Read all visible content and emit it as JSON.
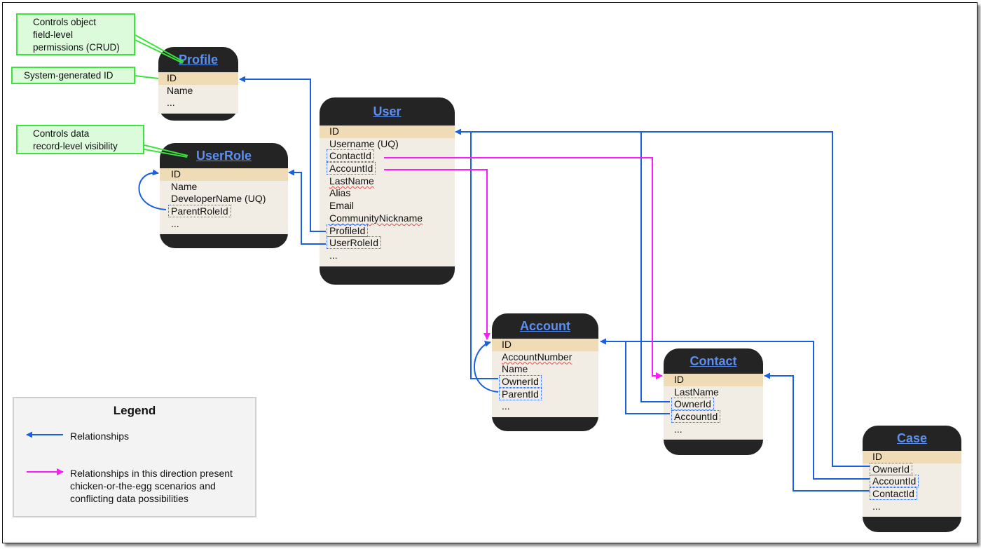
{
  "notes": {
    "crud": [
      "Controls object",
      "field-level",
      "permissions (CRUD)"
    ],
    "sysid": [
      "System-generated ID"
    ],
    "visibility": [
      "Controls data",
      "record-level visibility"
    ]
  },
  "entities": {
    "profile": {
      "title": "Profile",
      "rows": [
        "ID",
        "Name",
        "..."
      ]
    },
    "userrole": {
      "title": "UserRole",
      "rows": [
        "ID",
        "Name",
        "DeveloperName (UQ)",
        "ParentRoleId",
        "..."
      ]
    },
    "user": {
      "title": "User",
      "rows": [
        "ID",
        "Username (UQ)",
        "ContactId",
        "AccountId",
        "LastName",
        "Alias",
        "Email",
        "CommunityNickname",
        "ProfileId",
        "UserRoleId",
        "..."
      ]
    },
    "account": {
      "title": "Account",
      "rows": [
        "ID",
        "AccountNumber",
        "Name",
        "OwnerId",
        "ParentId",
        "..."
      ]
    },
    "contact": {
      "title": "Contact",
      "rows": [
        "ID",
        "LastName",
        "OwnerId",
        "AccountId",
        "..."
      ]
    },
    "case": {
      "title": "Case",
      "rows": [
        "ID",
        "OwnerId",
        "AccountId",
        "ContactId",
        "..."
      ]
    }
  },
  "legend": {
    "title": "Legend",
    "relationships": "Relationships",
    "chicken_egg": [
      "Relationships in this direction present",
      "chicken-or-the-egg scenarios and",
      "conflicting data possibilities"
    ]
  },
  "colors": {
    "relationship": "#1a5fe0",
    "chicken_egg": "#ff19ff",
    "note_border": "#39e539",
    "note_fill": "#dbfbdb",
    "entity_header": "#242424",
    "entity_title": "#5b8ff2",
    "pk_row": "#efdcb7",
    "body": "#f2ede4"
  }
}
